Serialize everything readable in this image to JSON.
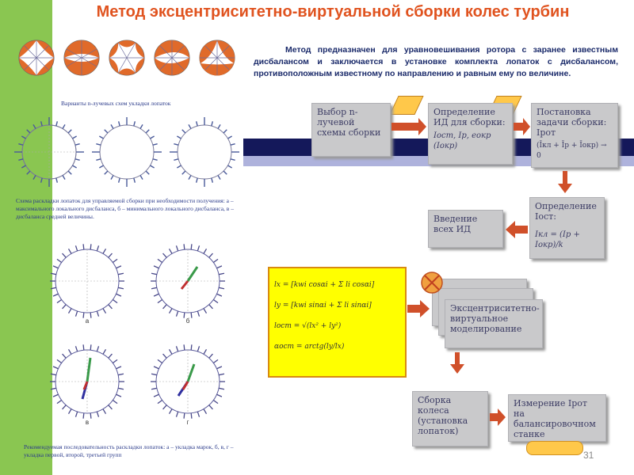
{
  "title": "Метод эксцентриситетно-виртуальной сборки колес турбин",
  "intro": "Метод предназначен для уравновешивания ротора с заранее известным дисбалансом и заключается в установке комплекта лопаток с дисбалансом, противоположным известному по направлению и равным ему по величине.",
  "captions": {
    "top": "Варианты n-лучевых схем укладки лопаток",
    "middle": "Схема раскладки лопаток для управляемой сборки при необходимости получения: а – максимального локального дисбаланса, б – минимального локального дисбаланса, в – дисбаланса средней величины.",
    "bottom": "Рекомендуемая последовательность раскладки лопаток: а – укладка марок, б, в, г – укладка первой, второй, третьей групп"
  },
  "figure_labels": [
    "а",
    "б",
    "в",
    "г"
  ],
  "boxes": {
    "select": "Выбор n-лучевой схемы сборки",
    "define_id": "Определение ИД для сборки:",
    "define_id_formula": "Iост, Iр, eокр (Iокр)",
    "task": "Постановка задачи сборки:  Iрот",
    "task_formula": "(Īкл + Īр + Īокр) → 0",
    "define_iost": "Определение Iост:",
    "define_iost_formula": "Iкл = (Iр + Iокр)/k",
    "input": "Введение всех ИД",
    "model": "Эксцентриситетно-виртуальное моделирование",
    "assembly": "Сборка колеса (установка лопаток)",
    "measure": "Измерение Iрот на балансировочном станке"
  },
  "formula_lines": [
    "lx = [kwi cosαi + Σ li cosαi]",
    "ly = [kwi sinαi + Σ li sinαi]",
    "lост = √(lx² + ly²)",
    "αост = arctg(ly/lx)"
  ],
  "page_number": "31",
  "colors": {
    "accent": "#e0531f",
    "green": "#8ac651",
    "navy": "#14185a",
    "box": "#c9c9cb",
    "yellow": "#ffff00"
  }
}
